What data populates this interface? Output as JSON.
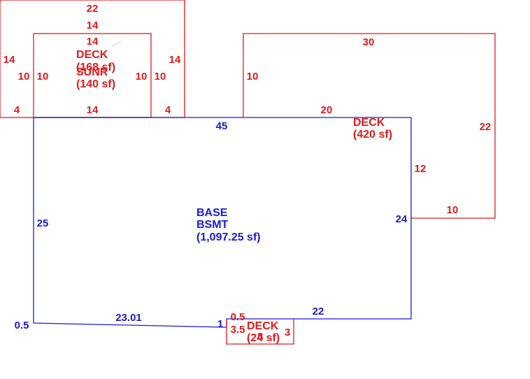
{
  "colors": {
    "base": "#1a1ad6",
    "deck": "#e01a1a",
    "connector": "#c0a0a0"
  },
  "base": {
    "line1": "BASE",
    "line2": "BSMT",
    "area": "(1,097.25 sf)",
    "dims": {
      "top": "45",
      "left": "25",
      "right": "24",
      "bottom_right": "22",
      "bottom_slope": "23.01",
      "bottom_left_jog": "0.5",
      "bottom_mid_jog": "1"
    }
  },
  "deck_left": {
    "name": "DECK",
    "area": "(168 sf)",
    "dims": {
      "top": "22",
      "left": "14",
      "right": "14",
      "bottom_left": "4",
      "bottom_right": "4"
    }
  },
  "sunr": {
    "name": "SUNR",
    "area": "(140 sf)",
    "dims": {
      "top_outer": "14",
      "top_inner": "14",
      "left_outer": "10",
      "left_inner": "10",
      "right_inner": "10",
      "right_outer": "10",
      "bottom": "14"
    }
  },
  "deck_right": {
    "name": "DECK",
    "area": "(420 sf)",
    "dims": {
      "top": "30",
      "left": "10",
      "bottom": "20",
      "right": "22",
      "inner_right": "12",
      "step": "10"
    }
  },
  "deck_small": {
    "name": "DECK",
    "area": "(24 sf)",
    "dims": {
      "top": "0.5",
      "left": "3.5",
      "mid": "8",
      "right": "3"
    }
  }
}
